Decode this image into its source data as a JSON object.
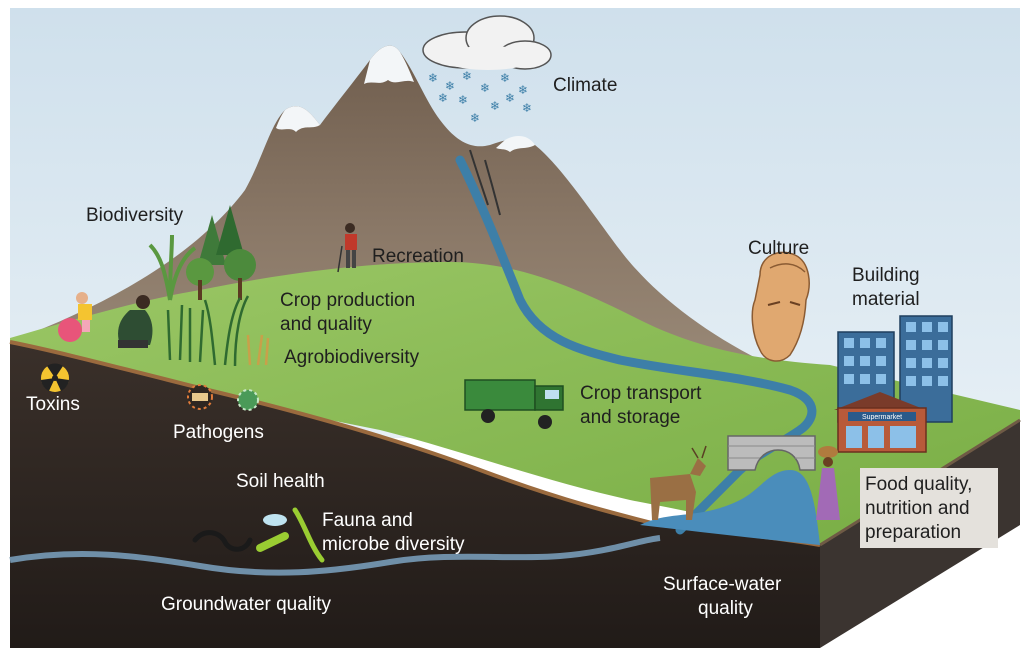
{
  "labels": {
    "climate": "Climate",
    "biodiversity": "Biodiversity",
    "recreation": "Recreation",
    "culture": "Culture",
    "building_material": [
      "Building",
      "material"
    ],
    "crop_production": [
      "Crop production",
      "and quality"
    ],
    "agrobiodiversity": "Agrobiodiversity",
    "toxins": "Toxins",
    "pathogens": "Pathogens",
    "crop_transport": [
      "Crop transport",
      "and storage"
    ],
    "soil_health": "Soil health",
    "fauna_microbe": [
      "Fauna and",
      "microbe diversity"
    ],
    "food_quality": [
      "Food quality,",
      "nutrition and",
      "preparation"
    ],
    "groundwater": "Groundwater quality",
    "surface_water": [
      "Surface-water",
      "quality"
    ],
    "supermarket_sign": "Supermarket"
  },
  "icons": [
    "cloud-icon",
    "snowflake-icon",
    "hiker-icon",
    "tree-icon",
    "child-with-ball-icon",
    "gardener-icon",
    "crop-icon",
    "radiation-icon",
    "pathogen-icon",
    "truck-icon",
    "bridge-icon",
    "deer-icon",
    "woman-carrying-basket-icon",
    "sculpture-head-icon",
    "building-icon",
    "supermarket-icon",
    "earthworm-icon",
    "microbe-icon"
  ],
  "colors": {
    "sky": "#dde9f1",
    "mountain": "#8a7662",
    "grass": "#8cbe56",
    "soil": "#2f2621",
    "soil_edge": "#9a6a3e",
    "water": "#3d7fa8",
    "truck": "#3a8a3c",
    "block_side": "#3b3430"
  }
}
